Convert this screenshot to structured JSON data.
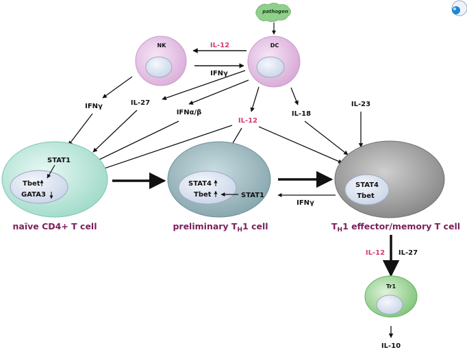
{
  "pathogen": "pathogen",
  "cells": {
    "nk": "NK",
    "dc": "DC",
    "tr1": "Tr1"
  },
  "cytokines": {
    "il12_nk": "IL-12",
    "ifng_dc": "IFNγ",
    "ifng_left": "IFNγ",
    "il27_left": "IL-27",
    "ifnab": "IFNα/β",
    "il12_center": "IL-12",
    "il18": "IL-18",
    "il23": "IL-23",
    "ifng_effector": "IFNγ",
    "il12_bottom": "IL-12",
    "il27_bottom": "IL-27",
    "il10": "IL-10"
  },
  "naive": {
    "stat1": "STAT1",
    "tbet": "Tbet",
    "gata3": "GATA3",
    "title": "naïve CD4+ T cell"
  },
  "preliminary": {
    "stat4": "STAT4",
    "tbet": "Tbet",
    "stat1": "STAT1",
    "title_pre": "preliminary T",
    "title_sub": "H",
    "title_post": "1 cell"
  },
  "effector": {
    "stat4": "STAT4",
    "tbet": "Tbet",
    "title_pre": "T",
    "title_sub": "H",
    "title_post": "1 effector/memory T cell"
  },
  "colors": {
    "nk_cell": "#e7c6e6",
    "dc_cell": "#e3bfe2",
    "naive_cell": "#bfe8dc",
    "preliminary_cell": "#a9c4ca",
    "effector_cell": "#9e9e9e",
    "tr1_cell": "#8fd08a",
    "nucleus": "#dde6f4",
    "cell_title": "#7a1f5a",
    "il12_red": "#d43a6a",
    "pathogen": "#8fd08a"
  }
}
